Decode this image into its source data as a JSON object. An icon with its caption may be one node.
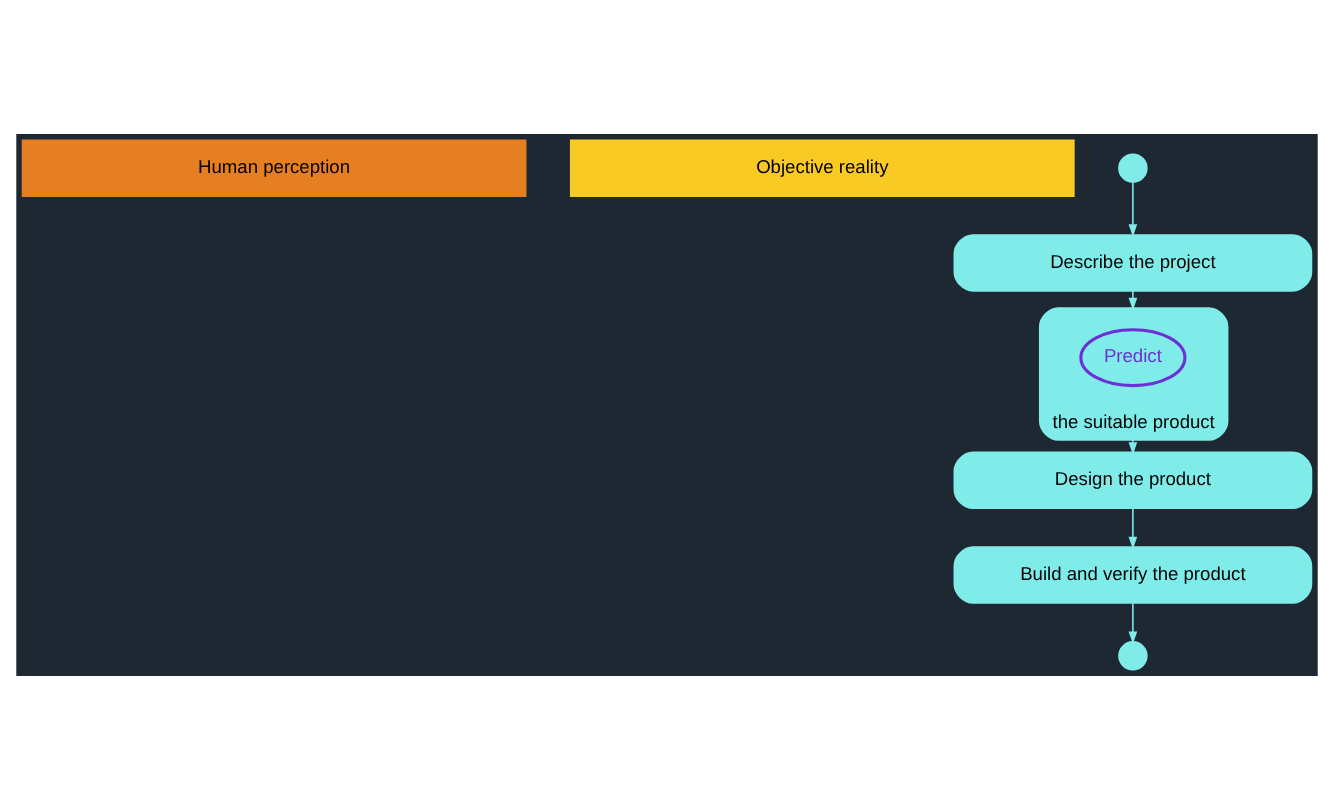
{
  "diagram": {
    "nodes": [
      {
        "text": [
          "Human perception"
        ]
      },
      {
        "text": [
          "Objective reality"
        ]
      },
      {
        "text": [],
        "shape": "circle"
      },
      {
        "text": [
          "Describe the project"
        ]
      },
      {
        "text": [
          "the suitable product"
        ]
      },
      {
        "text": [
          "Predict"
        ],
        "in": 4
      },
      {
        "text": [
          "Design the product"
        ]
      },
      {
        "text": [
          "Build and verify the product"
        ]
      },
      {
        "text": [],
        "shape": "circle"
      }
    ],
    "edges": [
      {
        "from": 2,
        "to": 3,
        "arrow": "to"
      },
      {
        "from": 3,
        "to": 4,
        "arrow": "to"
      },
      {
        "from": 4,
        "to": 6,
        "arrow": "to"
      },
      {
        "from": 6,
        "to": 7,
        "arrow": "to"
      },
      {
        "from": 7,
        "to": 8,
        "arrow": "to"
      }
    ]
  }
}
